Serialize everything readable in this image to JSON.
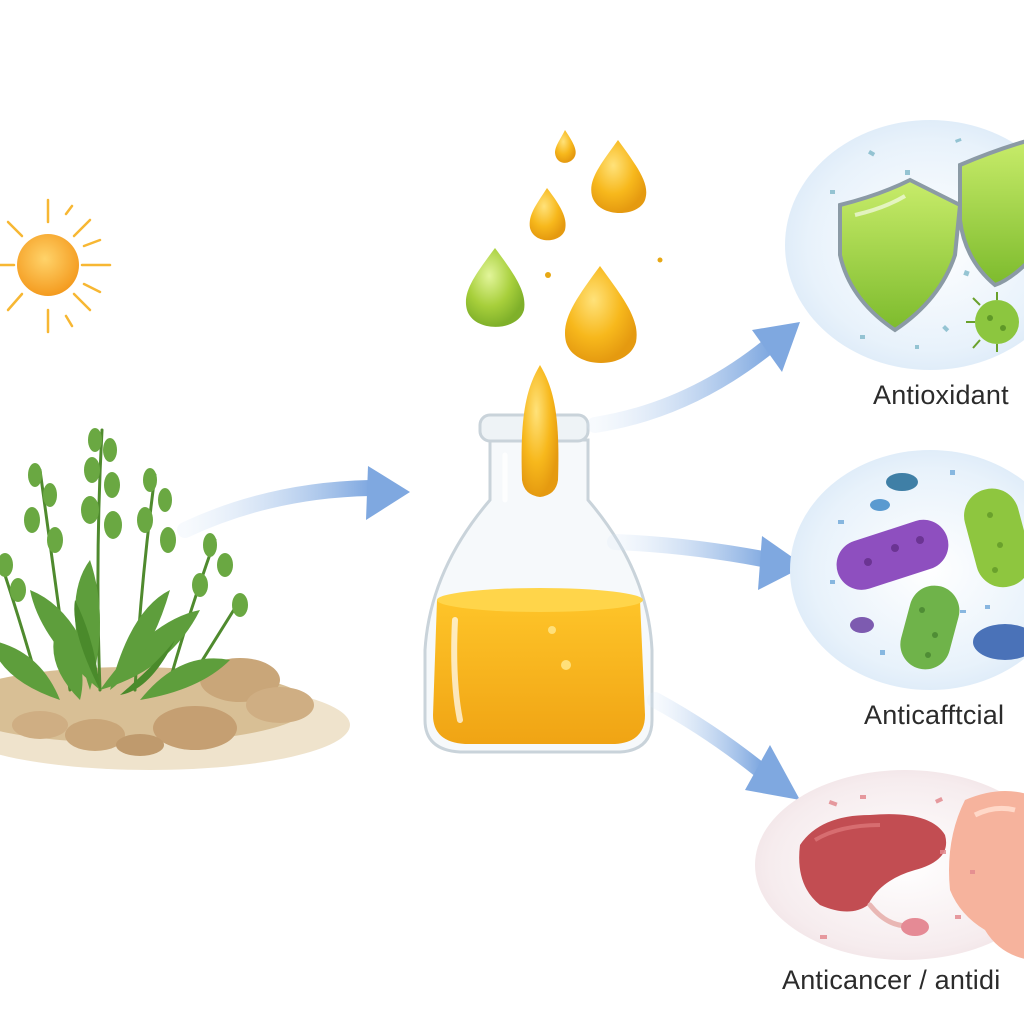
{
  "labels": {
    "antioxidant": "Antioxidant",
    "antibacterial": "Anticafftcial",
    "anticancer": "Anticancer / antidi"
  },
  "colors": {
    "arrow": "#7fa8e0",
    "oil": "#f2b21a",
    "oil_light": "#ffd54a",
    "plant": "#5e9e3c",
    "soil": "#d8bf95",
    "sun": "#f7b733",
    "shield_green": "#9fd43a",
    "bacteria_purple": "#8e4fbf",
    "bacteria_green": "#7ab83a",
    "organ_red": "#c24d52",
    "organ_peach": "#f6b39d"
  },
  "icons": [
    "sun-icon",
    "plant-icon",
    "flask-icon",
    "shield-icon",
    "bacteria-icon",
    "organ-icon"
  ]
}
